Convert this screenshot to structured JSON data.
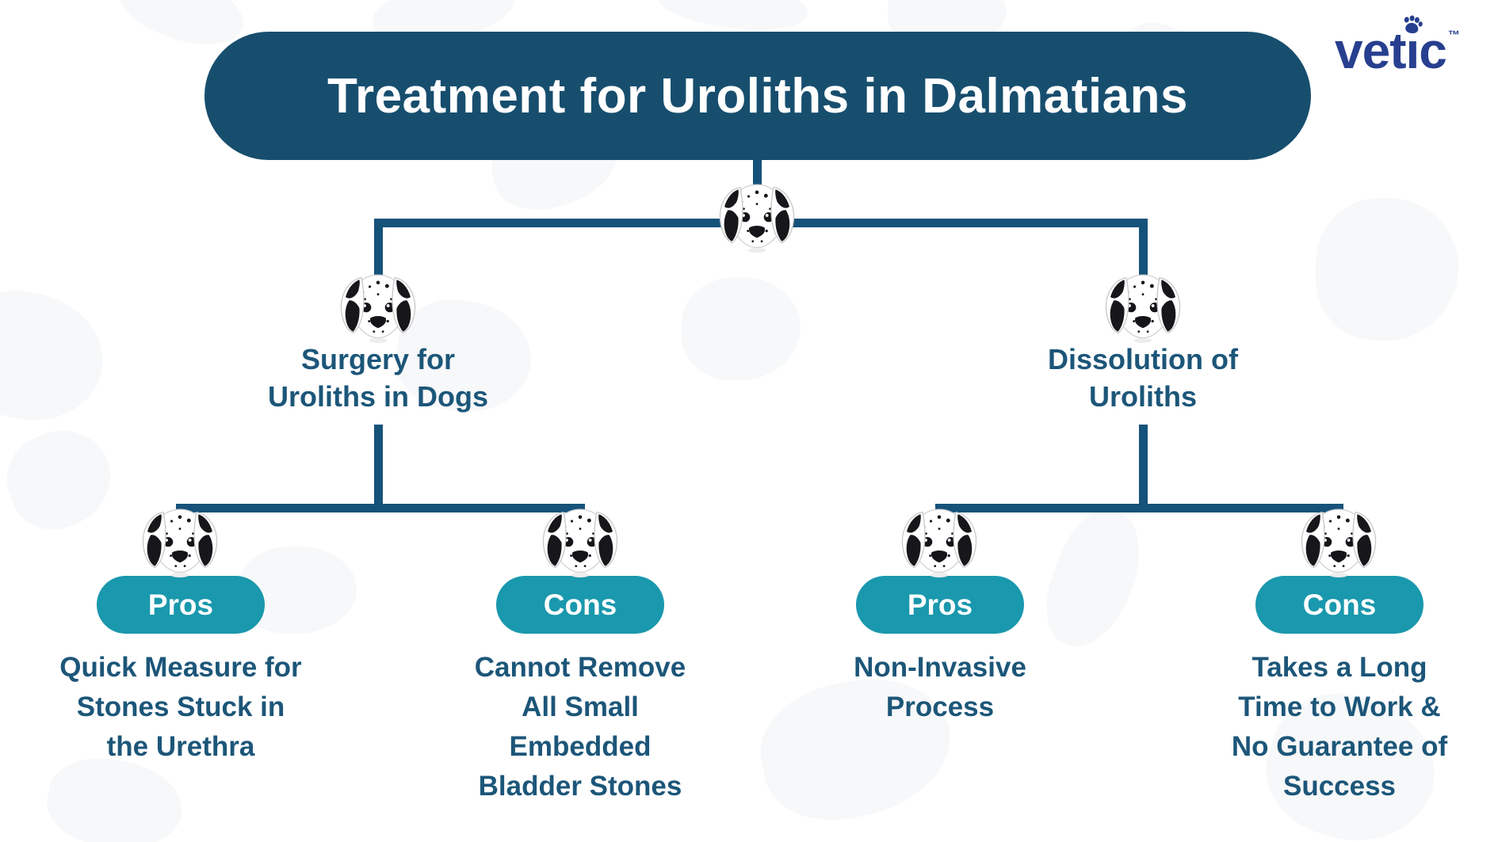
{
  "title": "Treatment for Uroliths in Dalmatians",
  "brand": {
    "name": "vetic",
    "name_pre": "vet",
    "name_i": "ı",
    "name_post": "c",
    "trademark": "™",
    "paw_icon": "paw-icon"
  },
  "colors": {
    "banner": "#174E6E",
    "line": "#15527A",
    "pill": "#1A98AD",
    "text": "#1C5679",
    "title_text": "#FFFFFF",
    "logo": "#273F8F",
    "spot": "#F6F7F8"
  },
  "tree": {
    "root_icon": "dalmatian-head-icon",
    "branches": [
      {
        "icon": "dalmatian-head-icon",
        "label": "Surgery for\nUroliths in Dogs",
        "children": [
          {
            "icon": "dalmatian-head-icon",
            "tag": "Pros",
            "description": "Quick Measure for\nStones Stuck in\nthe Urethra"
          },
          {
            "icon": "dalmatian-head-icon",
            "tag": "Cons",
            "description": "Cannot Remove\nAll Small\nEmbedded\nBladder Stones"
          }
        ]
      },
      {
        "icon": "dalmatian-head-icon",
        "label": "Dissolution of\nUroliths",
        "children": [
          {
            "icon": "dalmatian-head-icon",
            "tag": "Pros",
            "description": "Non-Invasive\nProcess"
          },
          {
            "icon": "dalmatian-head-icon",
            "tag": "Cons",
            "description": "Takes a Long\nTime to Work &\nNo Guarantee of\nSuccess"
          }
        ]
      }
    ]
  }
}
